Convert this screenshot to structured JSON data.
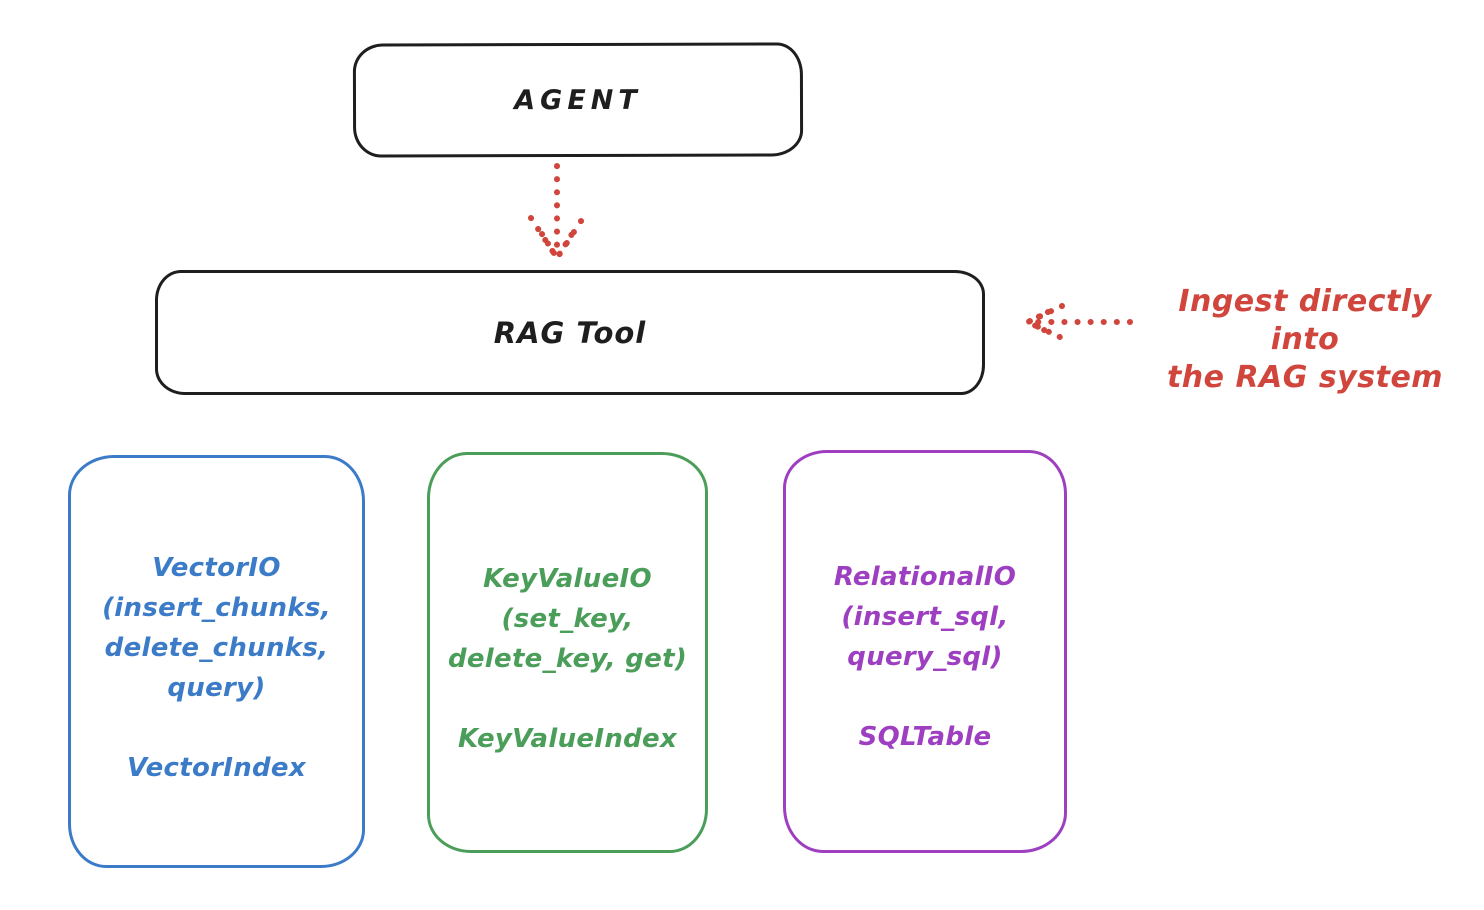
{
  "colors": {
    "stroke": "#1e1e1e",
    "red": "#d0453c",
    "blue": "#3b7bc8",
    "green": "#4a9e59",
    "purple": "#9d3fc0"
  },
  "agent": {
    "label": "AGENT"
  },
  "rag_tool": {
    "label": "RAG Tool"
  },
  "annotation": {
    "line1": "Ingest directly into",
    "line2": "the RAG system"
  },
  "boxes": [
    {
      "id": "vector-io",
      "color": "#3b7bc8",
      "lines": [
        "VectorIO",
        "(insert_chunks,",
        "delete_chunks,",
        "query)"
      ],
      "footer": "VectorIndex"
    },
    {
      "id": "keyvalue-io",
      "color": "#4a9e59",
      "lines": [
        "KeyValueIO",
        "(set_key,",
        "delete_key, get)"
      ],
      "footer": "KeyValueIndex"
    },
    {
      "id": "relational-io",
      "color": "#9d3fc0",
      "lines": [
        "RelationalIO",
        "(insert_sql,",
        "query_sql)"
      ],
      "footer": "SQLTable"
    }
  ]
}
